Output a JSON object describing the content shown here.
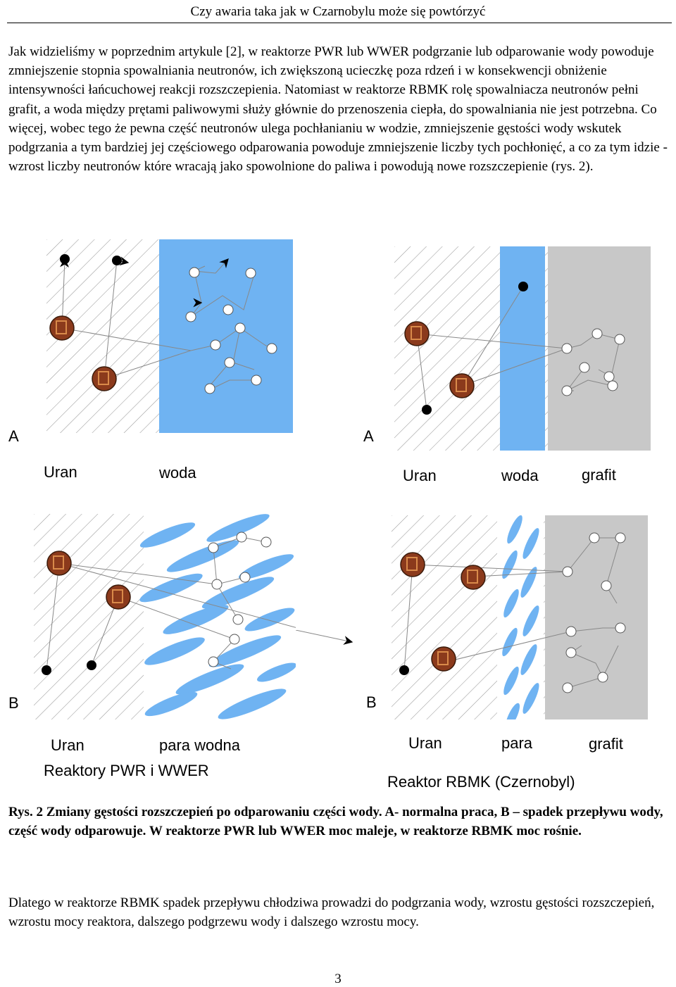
{
  "header": {
    "title": "Czy awaria taka jak w Czarnobylu może się powtórzyć"
  },
  "intro_paragraph": "Jak widzieliśmy w poprzednim artykule [2], w reaktorze PWR lub WWER podgrzanie lub odparowanie wody powoduje zmniejszenie stopnia spowalniania neutronów, ich zwiększoną ucieczkę poza rdzeń i w konsekwencji obniżenie intensywności łańcuchowej reakcji rozszczepienia. Natomiast w reaktorze RBMK rolę spowalniacza neutronów pełni grafit, a woda między prętami paliwowymi służy głównie do przenoszenia ciepła, do spowalniania nie jest potrzebna. Co więcej, wobec tego że pewna część neutronów ulega pochłanianiu w wodzie, zmniejszenie gęstości wody wskutek podgrzania a tym bardziej jej częściowego odparowania powoduje zmniejszenie liczby tych pochłonięć, a co za tym idzie - wzrost liczby neutronów które wracają jako spowolnione do paliwa i powodują nowe rozszczepienie (rys. 2).",
  "figure": {
    "labels": {
      "tl_letter": "A",
      "tl_uran": "Uran",
      "tl_woda": "woda",
      "tr_letter": "A",
      "tr_uran": "Uran",
      "tr_woda": "woda",
      "tr_grafit": "grafit",
      "bl_letter": "B",
      "bl_uran": "Uran",
      "bl_para": "para wodna",
      "bl_reactor": "Reaktory PWR i WWER",
      "br_letter": "B",
      "br_uran": "Uran",
      "br_para": "para",
      "br_grafit": "grafit",
      "br_reactor": "Reaktor RBMK (Czernobyl)"
    },
    "colors": {
      "water": "#6fb3f2",
      "graphite": "#c8c8c8",
      "hatch": "#9a9a9a",
      "uranium": "#8b3a1c"
    }
  },
  "caption": "Rys. 2 Zmiany gęstości rozszczepień po odparowaniu części wody. A- normalna praca, B – spadek przepływu wody, część wody odparowuje. W reaktorze PWR lub WWER moc maleje, w reaktorze RBMK moc rośnie.",
  "closing_paragraph": "Dlatego w reaktorze RBMK spadek przepływu chłodziwa prowadzi do podgrzania wody, wzrostu gęstości rozszczepień, wzrostu mocy reaktora, dalszego podgrzewu wody i dalszego wzrostu mocy.",
  "page_number": "3"
}
